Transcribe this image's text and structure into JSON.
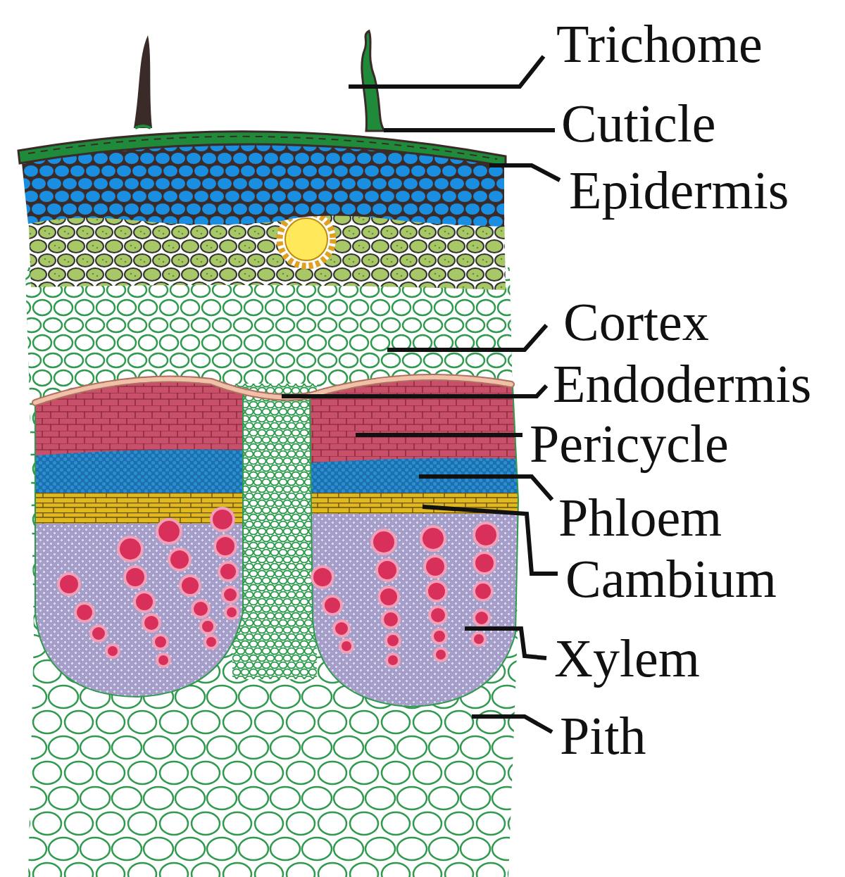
{
  "diagram": {
    "labels": [
      "Trichome",
      "Cuticle",
      "Epidermis",
      "Cortex",
      "Endodermis",
      "Pericycle",
      "Phloem",
      "Cambium",
      "Xylem",
      "Pith"
    ]
  }
}
